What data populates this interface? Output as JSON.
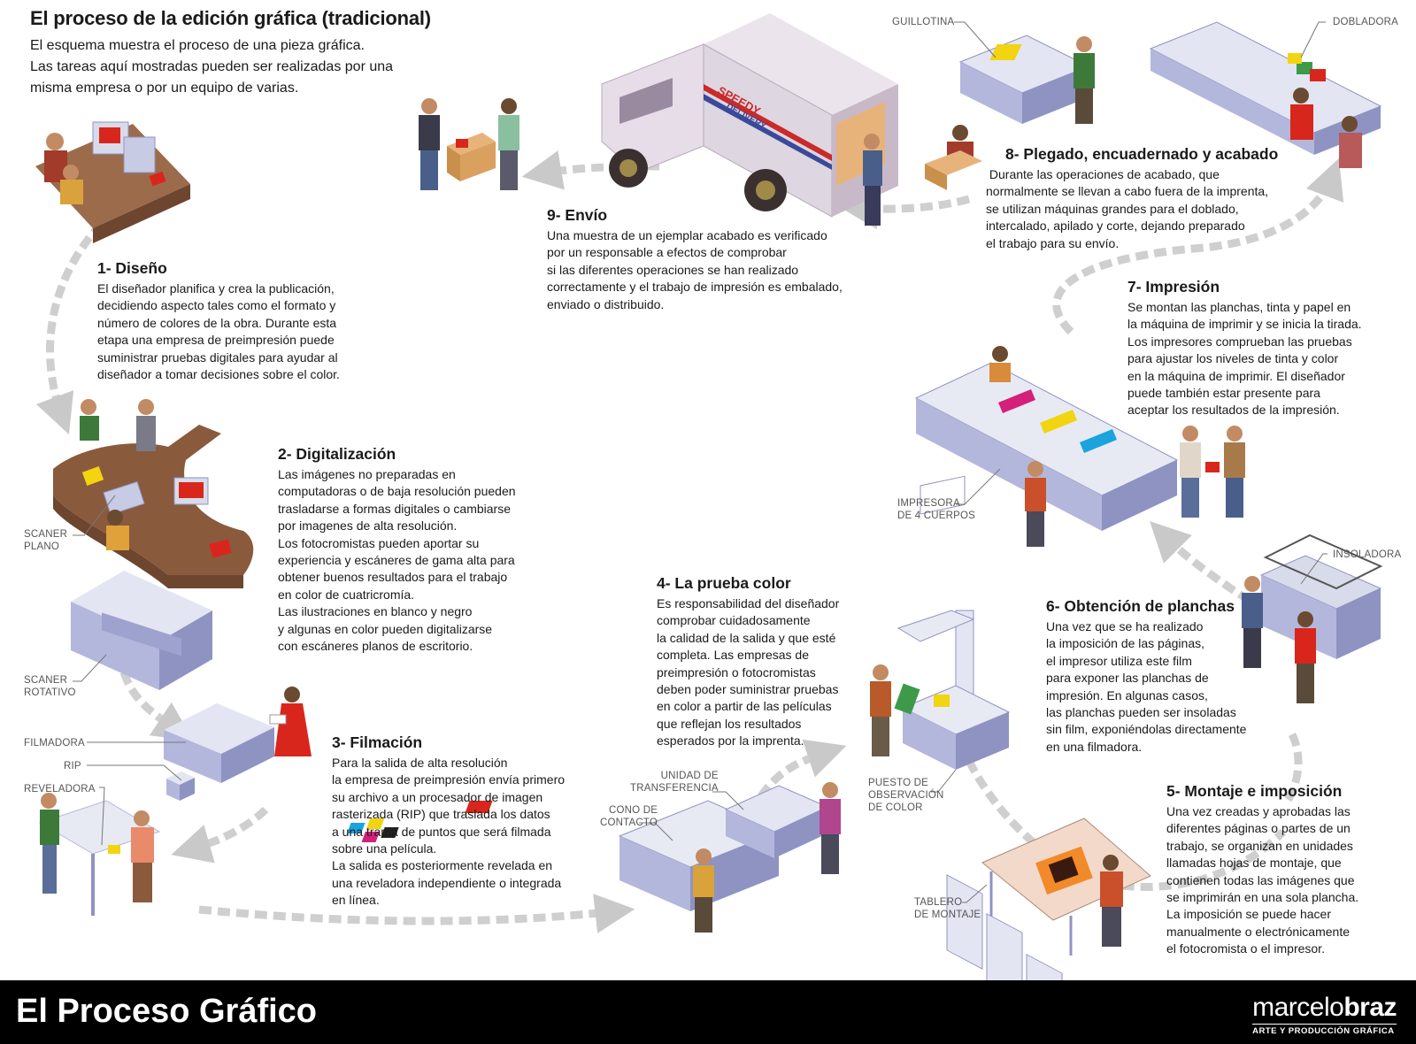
{
  "header": {
    "title": "El proceso de la edición gráfica (tradicional)",
    "intro_lines": [
      "El esquema muestra el proceso de una pieza gráfica.",
      "Las tareas aquí mostradas pueden ser realizadas por una",
      "misma empresa o por un equipo de varias."
    ]
  },
  "steps": [
    {
      "title": "1- Diseño",
      "lines": [
        "El diseñador planifica y crea la publicación,",
        "decidiendo aspecto tales como el formato y",
        "número de colores de la obra. Durante esta",
        "etapa una empresa de preimpresión puede",
        "suministrar pruebas digitales para ayudar al",
        "diseñador a tomar decisiones sobre el color."
      ]
    },
    {
      "title": "2- Digitalización",
      "lines": [
        "Las imágenes no preparadas en",
        "computadoras o de baja resolución pueden",
        "trasladarse a formas digitales o cambiarse",
        "por imagenes de alta resolución.",
        "Los fotocromistas pueden aportar su",
        "experiencia y escáneres de gama alta para",
        "obtener buenos resultados para el trabajo",
        "en color de cuatricromía.",
        "Las ilustraciones en blanco y negro",
        "y algunas en color pueden digitalizarse",
        "con escáneres planos de escritorio."
      ]
    },
    {
      "title": "3- Filmación",
      "lines": [
        "Para la salida de alta resolución",
        "la empresa de preimpresión envía primero",
        "su archivo a un procesador de imagen",
        "rasterizada (RIP) que traslada los datos",
        "a una trama de puntos que será filmada",
        "sobre una película.",
        "La salida es posteriormente revelada en",
        "una reveladora independiente o integrada",
        "en línea."
      ]
    },
    {
      "title": "4- La prueba color",
      "lines": [
        "Es responsabilidad del diseñador",
        "comprobar cuidadosamente",
        "la calidad de la salida y que esté",
        "completa. Las empresas de",
        "preimpresión o fotocromistas",
        "deben poder suministrar pruebas",
        "en color a partir de las películas",
        "que reflejan los resultados",
        "esperados por la imprenta."
      ]
    },
    {
      "title": "5- Montaje e imposición",
      "lines": [
        "Una vez creadas y aprobadas las",
        "diferentes páginas o partes de un",
        "trabajo, se organizan en unidades",
        "llamadas hojas de montaje, que",
        "contienen todas las imágenes que",
        "se imprimirán en una sola plancha.",
        "La imposición se puede hacer",
        "manualmente o electrónicamente",
        "el fotocromista o el impresor."
      ]
    },
    {
      "title": "6- Obtención de planchas",
      "lines": [
        "Una vez que se ha realizado",
        "la imposición de las páginas,",
        "el impresor utiliza este film",
        "para exponer las planchas de",
        "impresión. En algunas casos,",
        "las planchas pueden ser insoladas",
        "sin film, exponiéndolas directamente",
        "en una filmadora."
      ]
    },
    {
      "title": "7- Impresión",
      "lines": [
        "Se montan las planchas, tinta y papel en",
        "la máquina de imprimir y se inicia la tirada.",
        "Los impresores comprueban las pruebas",
        "para ajustar los niveles de tinta y color",
        "en la máquina de imprimir. El diseñador",
        "puede también estar presente para",
        "aceptar los resultados de la impresión."
      ]
    },
    {
      "title": "8- Plegado, encuadernado y acabado",
      "lines": [
        " Durante las operaciones de acabado, que",
        "normalmente se llevan a cabo fuera de la imprenta,",
        "se utilizan máquinas grandes para el doblado,",
        "intercalado, apilado y corte, dejando preparado",
        "el trabajo para su envío."
      ]
    },
    {
      "title": "9- Envío",
      "lines": [
        "Una muestra de un ejemplar acabado es verificado",
        "por un responsable a efectos de comprobar",
        "si las diferentes operaciones se han realizado",
        "correctamente y el trabajo de impresión es embalado,",
        "enviado o distribuido."
      ]
    }
  ],
  "labels": {
    "scaner_plano": [
      "SCANER",
      "PLANO"
    ],
    "scaner_rotativo": [
      "SCANER",
      "ROTATIVO"
    ],
    "filmadora": "FILMADORA",
    "rip": "RIP",
    "reveladora": "REVELADORA",
    "cono_de_contacto": [
      "CONO DE",
      "CONTACTO"
    ],
    "unidad_de_transferencia": [
      "UNIDAD DE",
      "TRANSFERENCIA"
    ],
    "puesto_de_observacion": [
      "PUESTO DE",
      "OBSERVACIÓN",
      "DE COLOR"
    ],
    "tablero_de_montaje": [
      "TABLERO",
      "DE MONTAJE"
    ],
    "insoladora": "INSOLADORA",
    "impresora": [
      "IMPRESORA",
      "DE 4 CUERPOS"
    ],
    "guillotina": "GUILLOTINA",
    "dobladora": "DOBLADORA",
    "truck_text": [
      "SPEEDY",
      "DELIVERY"
    ]
  },
  "footer": {
    "title": "El Proceso Gráfico",
    "brand_light": "marcelo",
    "brand_bold": "braz",
    "brand_sub": "ARTE Y PRODUCCIÓN GRÁFICA"
  },
  "colors": {
    "arrow": "#c9c9c9",
    "machine": "#c8cbe4",
    "machine_dark": "#8f93c2",
    "desk": "#8a5a3c",
    "footer_bg": "#000000",
    "cyan": "#1aa3dd",
    "magenta": "#d4207a",
    "yellow": "#f2d411",
    "red_accent": "#d9261c"
  }
}
